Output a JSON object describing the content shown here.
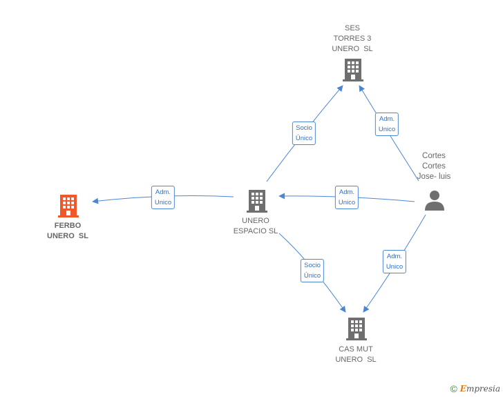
{
  "colors": {
    "edge": "#4a86d4",
    "company": "#6f6f6f",
    "focus_company": "#f0582a",
    "person": "#6f6f6f"
  },
  "nodes": {
    "ses_torres": {
      "label": "SES\nTORRES 3\nUNERO  SL",
      "icon": "building-icon"
    },
    "ferbo": {
      "label": "FERBO\nUNERO  SL",
      "icon": "building-icon-highlighted"
    },
    "unero_espacio": {
      "label": "UNERO\nESPACIO SL",
      "icon": "building-icon"
    },
    "cortes": {
      "label": "Cortes\nCortes\nJose- luis",
      "icon": "person-icon"
    },
    "cas_mut": {
      "label": "CAS MUT\nUNERO  SL",
      "icon": "building-icon"
    }
  },
  "edges": {
    "unero_to_ses": "Socio\nÚnico",
    "cortes_to_ses": "Adm.\nUnico",
    "unero_to_ferbo": "Adm.\nUnico",
    "cortes_to_unero": "Adm.\nUnico",
    "unero_to_casmut": "Socio\nÚnico",
    "cortes_to_casmut": "Adm.\nUnico"
  },
  "brand": {
    "copyright": "©",
    "name_initial": "E",
    "name_rest": "mpresia"
  }
}
